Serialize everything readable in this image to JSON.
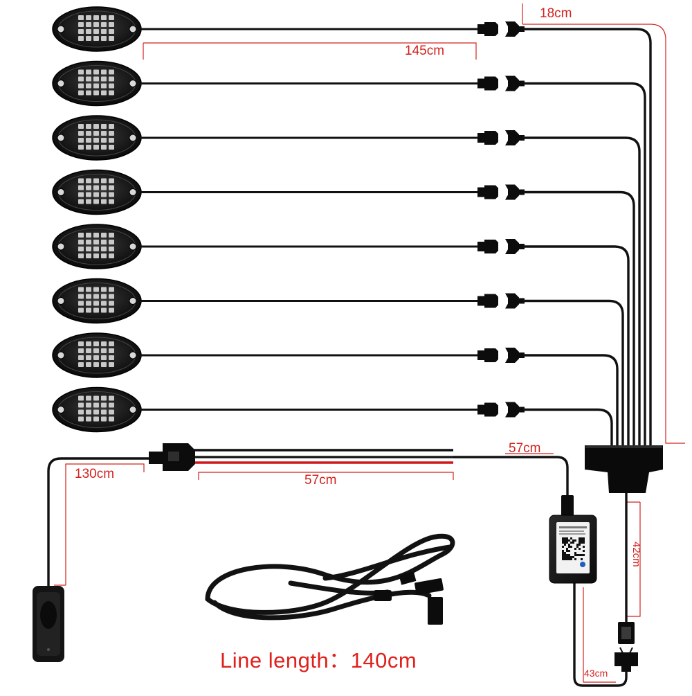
{
  "diagram": {
    "light_pod_count": 8,
    "dimensions": {
      "pod_cable": "145cm",
      "branch_spacing": "18cm",
      "power_lead_red_black": "57cm",
      "controller_lead": "57cm",
      "switch_lead": "130cm",
      "hub_to_connector": "42cm",
      "controller_to_connector": "43cm"
    },
    "caption": {
      "label": "Line length：",
      "value": "140cm"
    },
    "colors": {
      "dimension": "#d2231f",
      "cable": "#111111",
      "power_positive": "#d0161b"
    }
  }
}
